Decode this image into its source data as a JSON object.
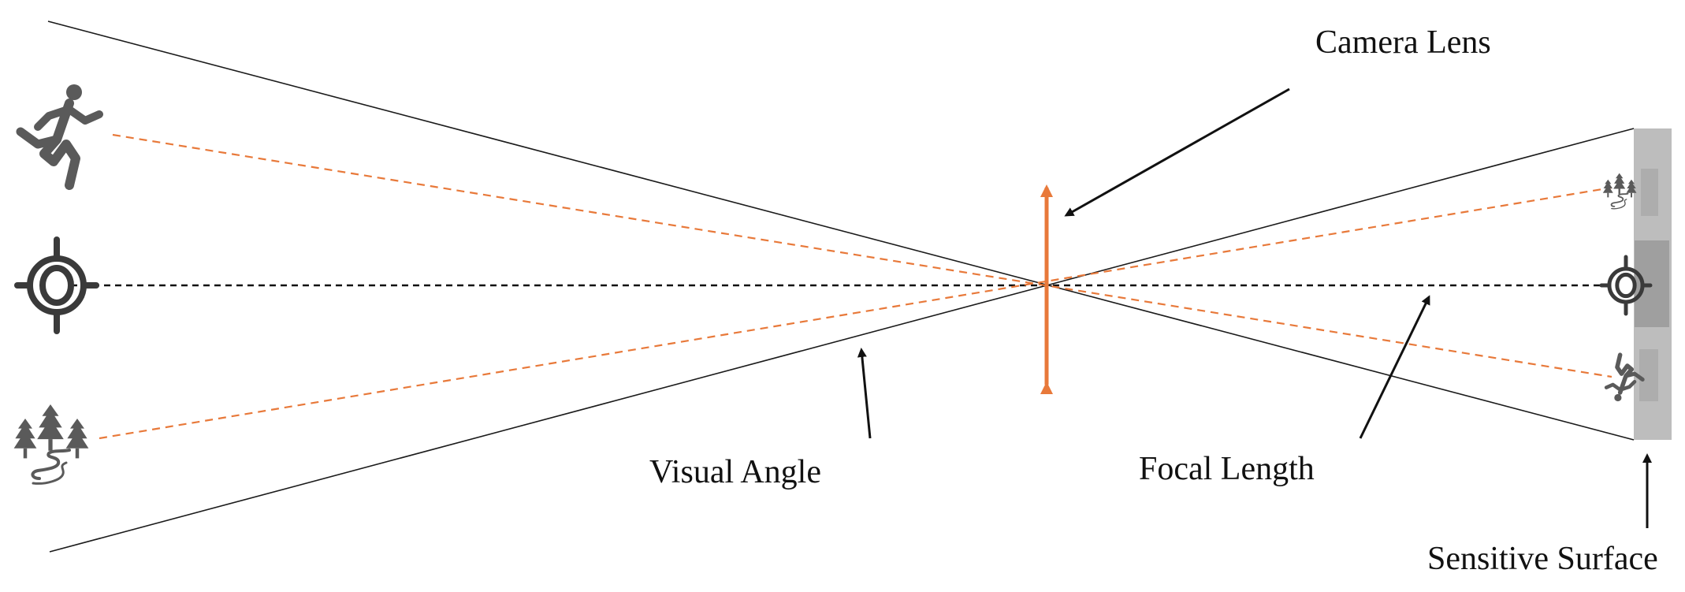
{
  "labels": {
    "camera_lens": "Camera Lens",
    "visual_angle": "Visual Angle",
    "focal_length": "Focal Length",
    "sensitive_surface": "Sensitive Surface"
  },
  "icons": {
    "scene_top": "running-person-icon",
    "scene_middle": "target-icon",
    "scene_bottom": "forest-icon",
    "image_top": "forest-icon",
    "image_middle": "target-icon",
    "image_bottom": "running-person-icon"
  },
  "colors": {
    "ray_orange": "#e8793a",
    "lens_orange": "#e8793a",
    "icon_gray": "#5a5a5a",
    "sensor_gray": "#bdbdbd",
    "sensor_dark": "#a3a3a3",
    "line_dark": "#111111"
  }
}
